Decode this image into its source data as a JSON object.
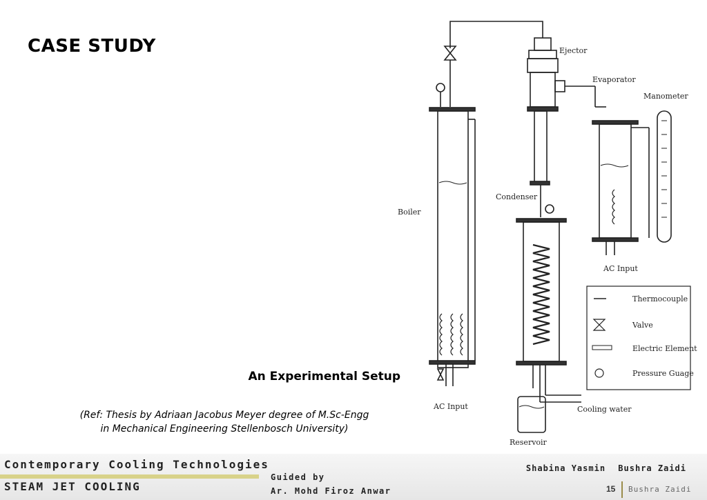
{
  "slide": {
    "title": "CASE STUDY",
    "caption": "An Experimental Setup",
    "reference_line1": "(Ref: Thesis by Adriaan Jacobus Meyer degree of M.Sc-Engg",
    "reference_line2": "in Mechanical Engineering Stellenbosch University)"
  },
  "diagram": {
    "labels": {
      "ejector": "Ejector",
      "evaporator": "Evaporator",
      "manometer": "Manometer",
      "boiler": "Boiler",
      "condenser": "Condenser",
      "ac_input_evaporator": "AC Input",
      "ac_input_boiler": "AC Input",
      "cooling_water": "Cooling water",
      "reservoir": "Reservoir"
    },
    "legend": {
      "items": [
        "Thermocouple",
        "Valve",
        "Electric Element",
        "Pressure Guage"
      ]
    }
  },
  "footer": {
    "course": "Contemporary Cooling Technologies",
    "topic": "STEAM JET COOLING",
    "guided_by": "Guided by",
    "guide": "Ar. Mohd Firoz Anwar",
    "author1": "Shabina Yasmin",
    "author2": "Bushra Zaidi",
    "page_number": "15",
    "page_author": "Bushra Zaidi"
  }
}
